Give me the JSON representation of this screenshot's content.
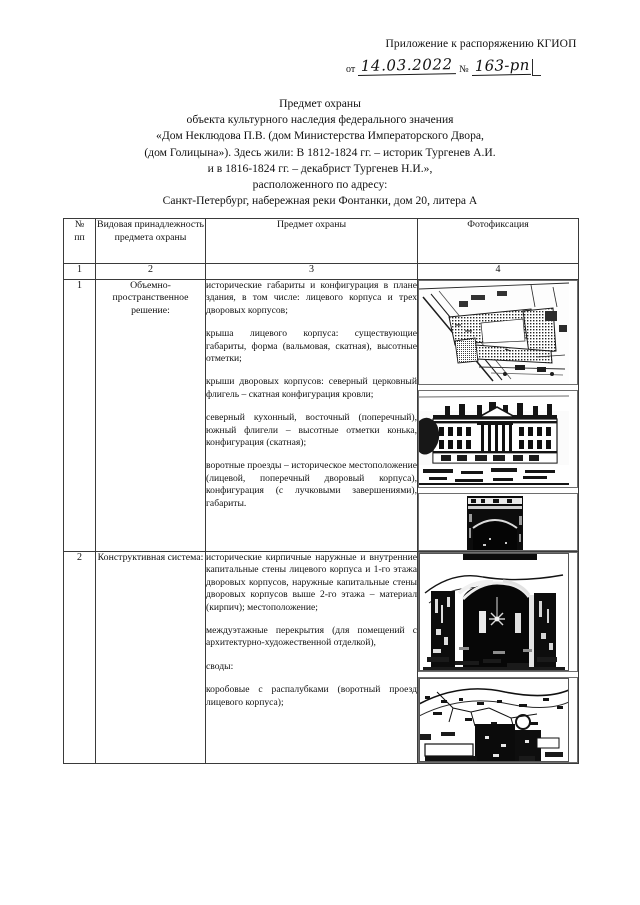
{
  "document": {
    "approval": {
      "line1": "Приложение к распоряжению КГИОП",
      "date_label": "от",
      "date_value": "14.03.2022",
      "number_label": "№",
      "number_value": "163-рп"
    },
    "title": {
      "line1": "Предмет охраны",
      "line2": "объекта культурного наследия федерального значения",
      "line3": "«Дом Неклюдова П.В. (дом Министерства Императорского Двора,",
      "line4": "(дом Голицына»). Здесь жили: В 1812-1824 гг. – историк Тургенев А.И.",
      "line5": "и в 1816-1824 гг. – декабрист Тургенев Н.И.»,",
      "line6": "расположенного по адресу:",
      "line7": "Санкт-Петербург, набережная реки Фонтанки, дом 20, литера А"
    },
    "table": {
      "headers": {
        "num": "№\nпп",
        "num_line1": "№",
        "num_line2": "пп",
        "kind": "Видовая принадлежность предмета охраны",
        "subject": "Предмет охраны",
        "photo": "Фотофиксация"
      },
      "column_numbers": [
        "1",
        "2",
        "3",
        "4"
      ],
      "rows": [
        {
          "num": "1",
          "kind": "Объемно-пространственное решение:",
          "subject_paragraphs": [
            "исторические габариты и конфигурация в плане здания, в том числе: лицевого корпуса и трех дворовых корпусов;",
            "крыша лицевого корпуса: существующие габариты, форма (вальмовая, скатная), высотные отметки;",
            "крыши дворовых корпусов: северный церковный флигель – скатная конфигурация кровли;",
            "северный кухонный, восточный (поперечный), южный флигели – высотные отметки конька, конфигурация (скатная);",
            "воротные проезды – историческое местоположение (лицевой, поперечный дворовый корпуса), конфигурация (с лучковыми завершениями), габариты."
          ],
          "photos": [
            {
              "name": "aerial-site-plan-photo",
              "kind": "plan"
            },
            {
              "name": "main-facade-photo",
              "kind": "facade"
            },
            {
              "name": "gate-archway-photo",
              "kind": "archway"
            }
          ]
        },
        {
          "num": "2",
          "kind": "Конструктивная система:",
          "subject_paragraphs": [
            "исторические кирпичные наружные и внутренние капитальные стены лицевого корпуса и 1-го этажа дворовых корпусов, наружные капитальные стены дворовых корпусов выше 2-го этажа – материал (кирпич); местоположение;",
            "междуэтажные перекрытия (для помещений с архитектурно-художественной отделкой),",
            "своды:",
            "коробовые с распалубками (воротный проезд лицевого корпуса);"
          ],
          "photos": [
            {
              "name": "vaulted-passage-interior-photo",
              "kind": "vault"
            },
            {
              "name": "vault-detail-photo",
              "kind": "detail"
            }
          ]
        }
      ]
    }
  }
}
